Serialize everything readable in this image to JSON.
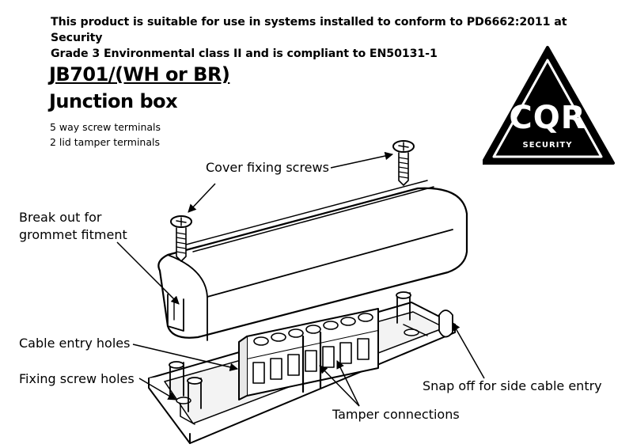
{
  "header": {
    "compliance_line1": "This product is suitable for use in systems installed to conform to PD6662:2011 at Security",
    "compliance_line2": "Grade 3 Environmental class II and is compliant to EN50131-1",
    "model": "JB701/(WH or BR)",
    "product_name": "Junction box",
    "specs": [
      "5 way screw terminals",
      "2 lid tamper terminals"
    ]
  },
  "logo": {
    "brand": "CQR",
    "tagline": "SECURITY"
  },
  "callouts": {
    "cover_screws": "Cover fixing screws",
    "break_out_line1": "Break out for",
    "break_out_line2": "grommet fitment",
    "cable_entry": "Cable entry holes",
    "fixing_holes": "Fixing screw holes",
    "tamper": "Tamper connections",
    "snap_off": "Snap off for side cable entry"
  },
  "colors": {
    "ink": "#000000",
    "paper": "#ffffff",
    "shade": "#e8e8e8"
  }
}
